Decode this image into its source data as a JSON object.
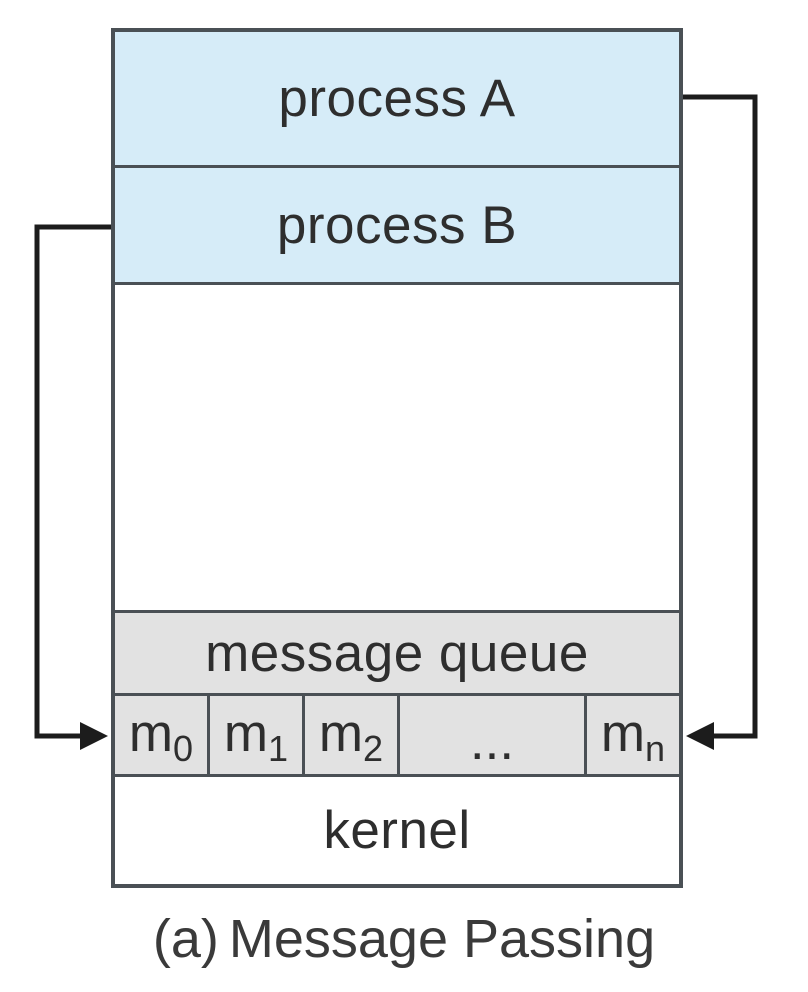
{
  "figure": {
    "boxes": {
      "process_a": "process A",
      "process_b": "process B",
      "message_queue": "message queue",
      "kernel": "kernel"
    },
    "queue_cells": [
      {
        "base": "m",
        "sub": "0"
      },
      {
        "base": "m",
        "sub": "1"
      },
      {
        "base": "m",
        "sub": "2"
      },
      {
        "label": "..."
      },
      {
        "base": "m",
        "sub": "n"
      }
    ],
    "caption": {
      "prefix": "(a)",
      "title": "Message Passing"
    },
    "colors": {
      "process_fill": "#d6ecf8",
      "queue_fill": "#e2e2e2",
      "box_border": "#4a5055",
      "arrow": "#1c1c1c",
      "text": "#2e2e2e",
      "canvas_bg": "#ffffff"
    }
  }
}
